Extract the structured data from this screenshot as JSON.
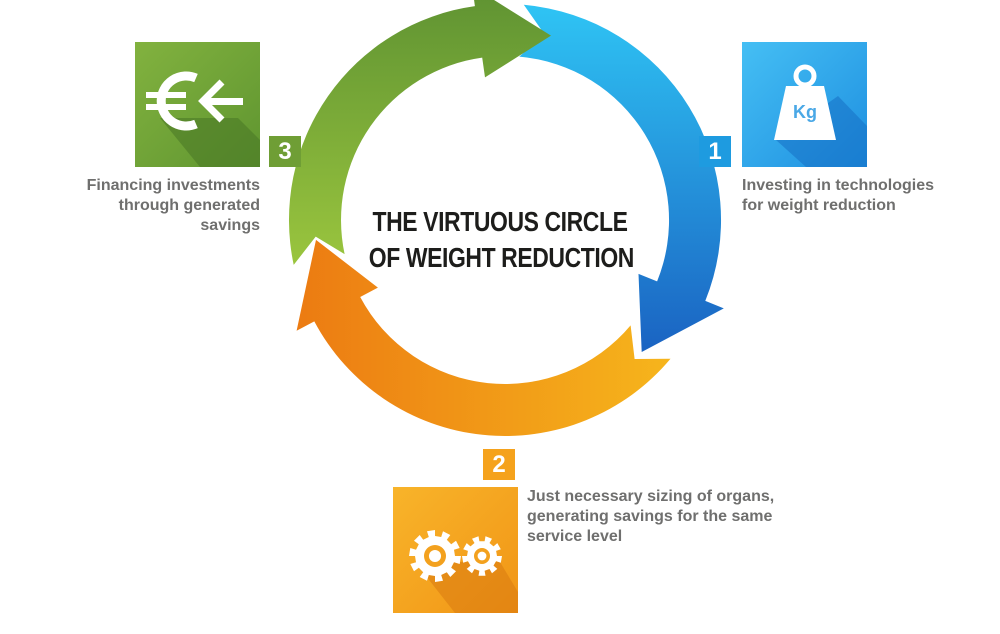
{
  "title": {
    "line1": "THE VIRTUOUS CIRCLE",
    "line2": "OF WEIGHT REDUCTION"
  },
  "steps": [
    {
      "number": "1",
      "lines": [
        "Investing in technologies",
        "for weight reduction"
      ],
      "icon": "weight-kg-icon",
      "icon_label": "Kg",
      "color": "#1e9be0"
    },
    {
      "number": "2",
      "lines": [
        "Just necessary sizing of organs,",
        "generating savings for the same",
        "service level"
      ],
      "icon": "gears-icon",
      "color": "#f5a21c"
    },
    {
      "number": "3",
      "lines": [
        "Financing investments",
        "through generated",
        "savings"
      ],
      "icon": "euro-arrow-icon",
      "color": "#6f9e35"
    }
  ],
  "colors": {
    "blue": "#1e9be0",
    "orange": "#f5a21c",
    "green": "#6f9e35",
    "text": "#6f6f6e",
    "title": "#1d1d1b"
  }
}
